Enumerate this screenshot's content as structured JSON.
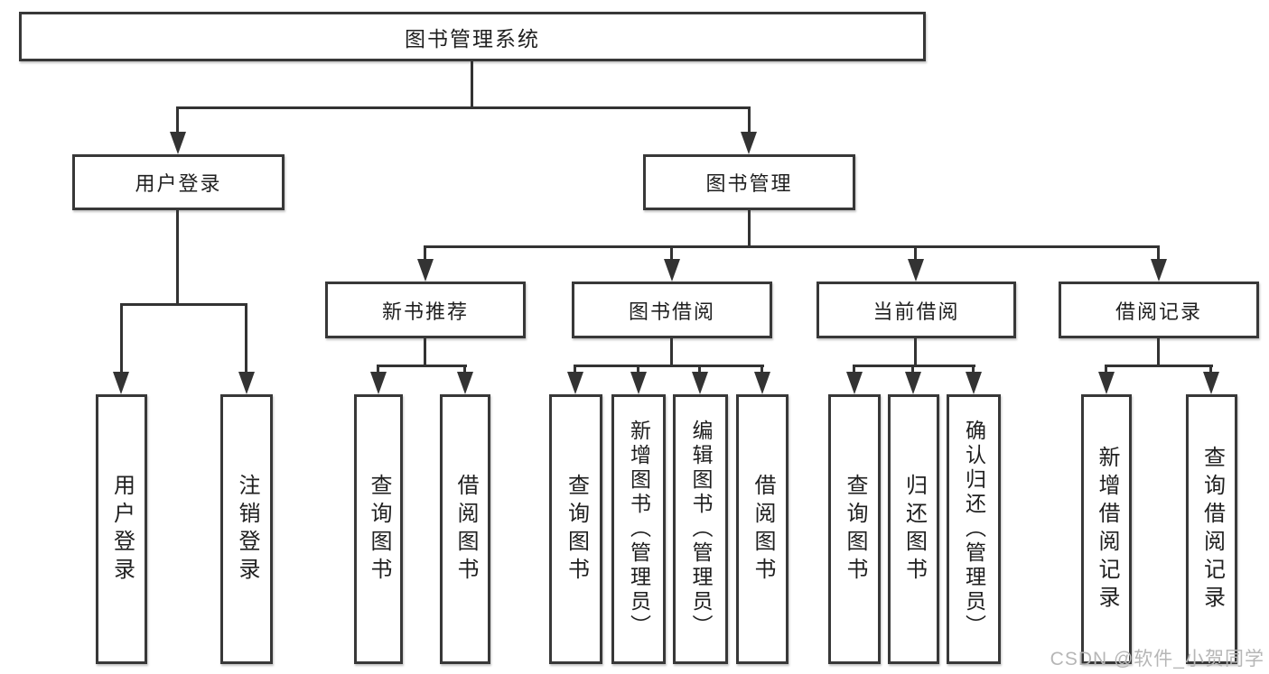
{
  "tree": {
    "root": "图书管理系统",
    "branches": [
      {
        "label": "用户登录",
        "leaves": [
          "用户登录",
          "注销登录"
        ]
      },
      {
        "label": "图书管理",
        "groups": [
          {
            "label": "新书推荐",
            "leaves": [
              "查询图书",
              "借阅图书"
            ]
          },
          {
            "label": "图书借阅",
            "leaves": [
              "查询图书",
              "新增图书（管理员）",
              "编辑图书（管理员）",
              "借阅图书"
            ]
          },
          {
            "label": "当前借阅",
            "leaves": [
              "查询图书",
              "归还图书",
              "确认归还（管理员）"
            ]
          },
          {
            "label": "借阅记录",
            "leaves": [
              "新增借阅记录",
              "查询借阅记录"
            ]
          }
        ]
      }
    ]
  },
  "watermark": {
    "text": "CSDN @软件_小贺同学"
  },
  "colors": {
    "background": "#ffffff",
    "line": "#333333",
    "border": "#383838",
    "text": "#1f1f1f",
    "watermark": "#b6b6b6"
  }
}
